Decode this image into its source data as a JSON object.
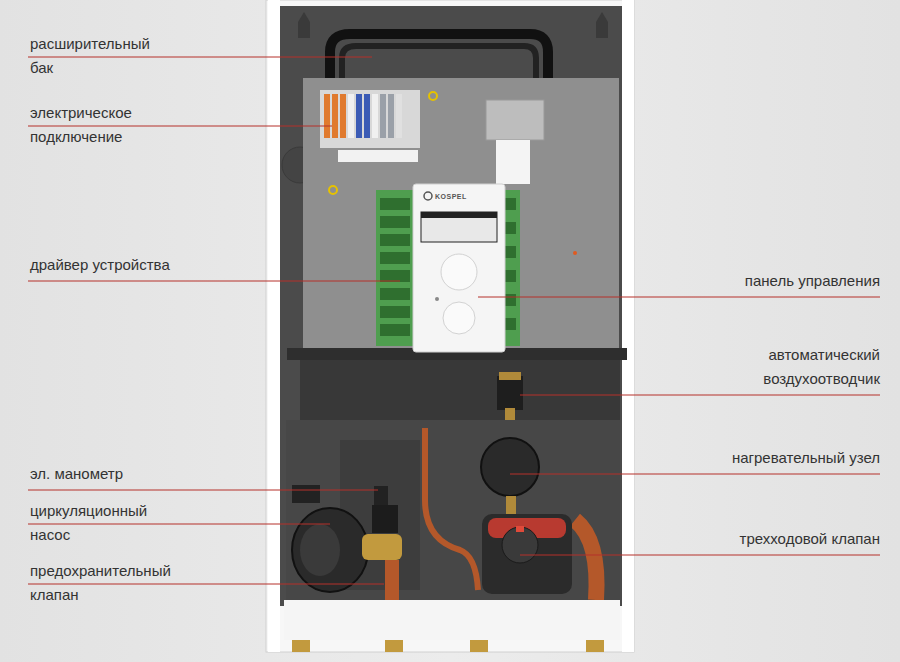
{
  "diagram": {
    "labels": [
      "расширительный бак",
      "электрическое подключение",
      "драйвер устройства",
      "эл. манометр",
      "циркуляционный насос",
      "предохранительный клапан",
      "панель управления",
      "автоматический воздухоотводчик",
      "нагревательный узел",
      "трехходовой клапан",
      "KOSPEL"
    ]
  }
}
